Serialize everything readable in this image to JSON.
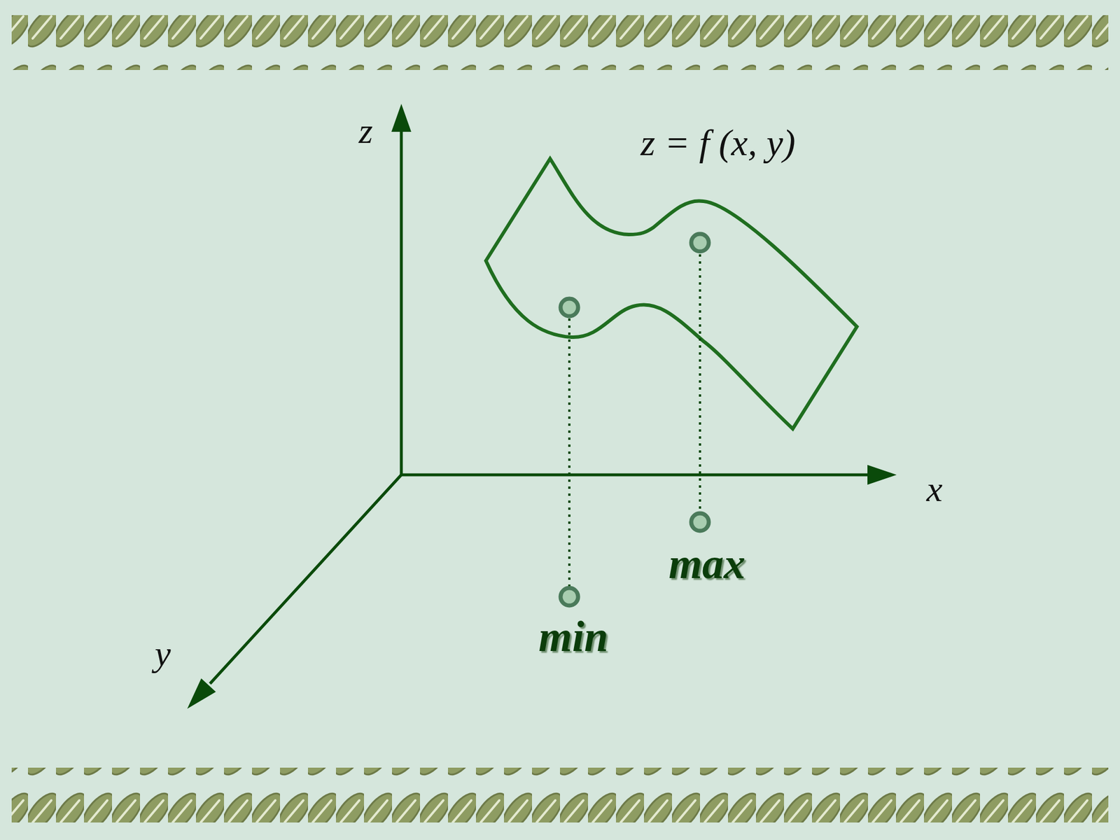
{
  "diagram": {
    "labels": [
      "z",
      "z = f (x, y)",
      "x",
      "max",
      "min",
      "y"
    ]
  }
}
